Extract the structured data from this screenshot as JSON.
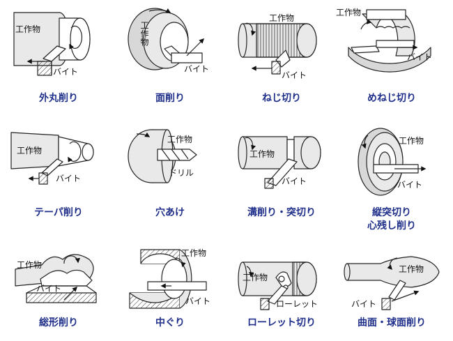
{
  "colors": {
    "caption": "#1f2f8a",
    "metal": "#e9e9e9",
    "metal_dark": "#bdbdbd",
    "stroke": "#222222"
  },
  "labels": {
    "workpiece": "工作物",
    "tool": "バイト",
    "drill": "ドリル",
    "knurl": "ローレット"
  },
  "items": [
    {
      "caption": "外丸削り"
    },
    {
      "caption": "面削り"
    },
    {
      "caption": "ねじ切り"
    },
    {
      "caption": "めねじ切り"
    },
    {
      "caption": "テーパ削り"
    },
    {
      "caption": "穴あけ"
    },
    {
      "caption": "溝削り・突切り"
    },
    {
      "caption_lines": [
        "縦突切り",
        "心残し削り"
      ]
    },
    {
      "caption": "総形削り"
    },
    {
      "caption": "中ぐり"
    },
    {
      "caption": "ローレット切り"
    },
    {
      "caption": "曲面・球面削り"
    }
  ]
}
